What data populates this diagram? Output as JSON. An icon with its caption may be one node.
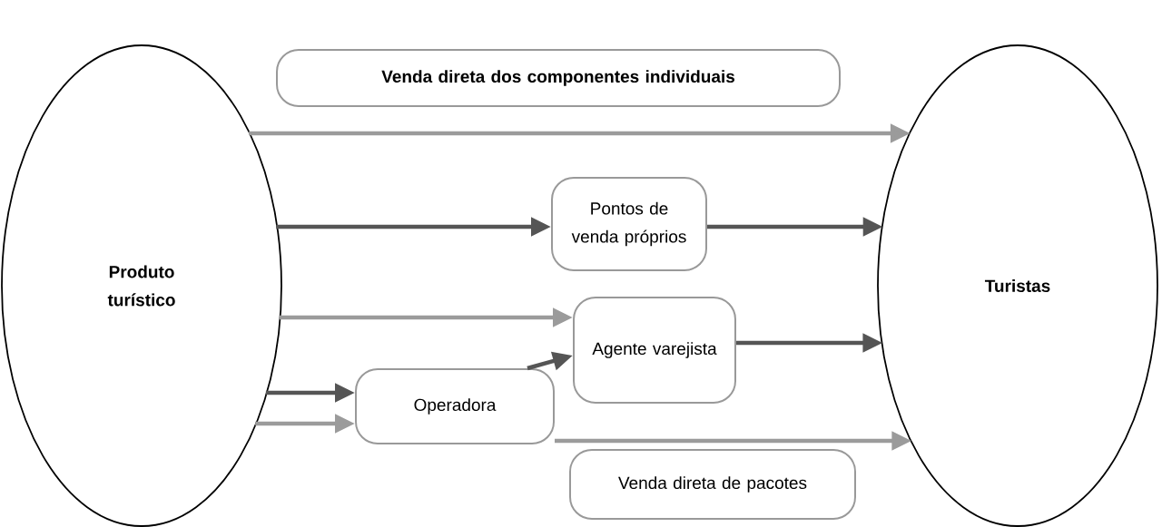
{
  "diagram": {
    "nodes": [
      {
        "text": [
          "Produto turístico"
        ]
      },
      {
        "text": [
          "Turistas"
        ]
      },
      {
        "text": [
          "Venda direta dos componentes individuais"
        ]
      },
      {
        "text": [
          "Pontos de venda próprios"
        ]
      },
      {
        "text": [
          "Agente varejista"
        ]
      },
      {
        "text": [
          "Operadora"
        ]
      },
      {
        "text": [
          "Venda direta de pacotes"
        ]
      }
    ],
    "edges": [
      {
        "from": 0,
        "to": 1,
        "arrow": "to",
        "color": "#9b9b9b"
      },
      {
        "from": 0,
        "to": 3,
        "arrow": "to"
      },
      {
        "from": 3,
        "to": 1,
        "arrow": "to"
      },
      {
        "from": 0,
        "to": 4,
        "arrow": "to",
        "color": "#9b9b9b"
      },
      {
        "from": 4,
        "to": 1,
        "arrow": "to"
      },
      {
        "from": 5,
        "to": 4,
        "arrow": "to"
      },
      {
        "from": 0,
        "to": 5,
        "arrow": "to"
      },
      {
        "from": 0,
        "to": 5,
        "arrow": "to",
        "color": "#9b9b9b"
      },
      {
        "from": 5,
        "to": 1,
        "arrow": "to",
        "color": "#9b9b9b"
      }
    ]
  }
}
